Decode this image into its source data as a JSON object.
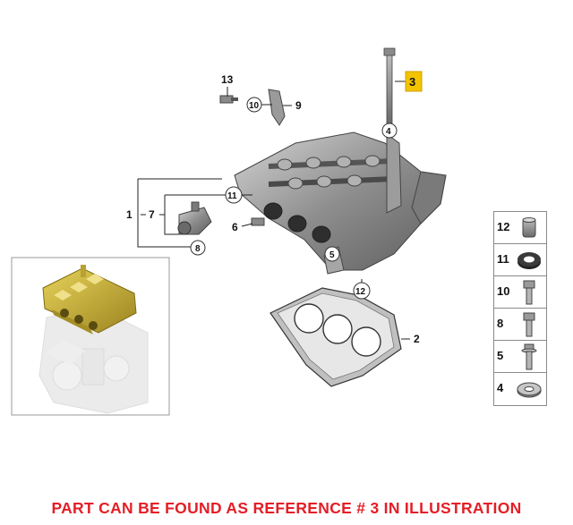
{
  "callouts": {
    "c13": "13",
    "c10": "10",
    "c9": "9",
    "c3": "3",
    "c4": "4",
    "c1": "1",
    "c7": "7",
    "c11": "11",
    "c6": "6",
    "c8": "8",
    "c5": "5",
    "c12": "12",
    "c2": "2"
  },
  "legend": [
    {
      "number": "12",
      "icon": "sleeve-icon"
    },
    {
      "number": "11",
      "icon": "seal-ring-icon"
    },
    {
      "number": "10",
      "icon": "bolt-icon"
    },
    {
      "number": "8",
      "icon": "bolt-icon"
    },
    {
      "number": "5",
      "icon": "flange-bolt-icon"
    },
    {
      "number": "4",
      "icon": "washer-icon"
    }
  ],
  "footer_text": "PART CAN BE FOUND AS REFERENCE # 3 IN ILLUSTRATION",
  "colors": {
    "highlight": "#f2c400",
    "footer": "#e41e26",
    "part_metal": "#9a9a9a",
    "inset_gold": "#c9b23a"
  }
}
